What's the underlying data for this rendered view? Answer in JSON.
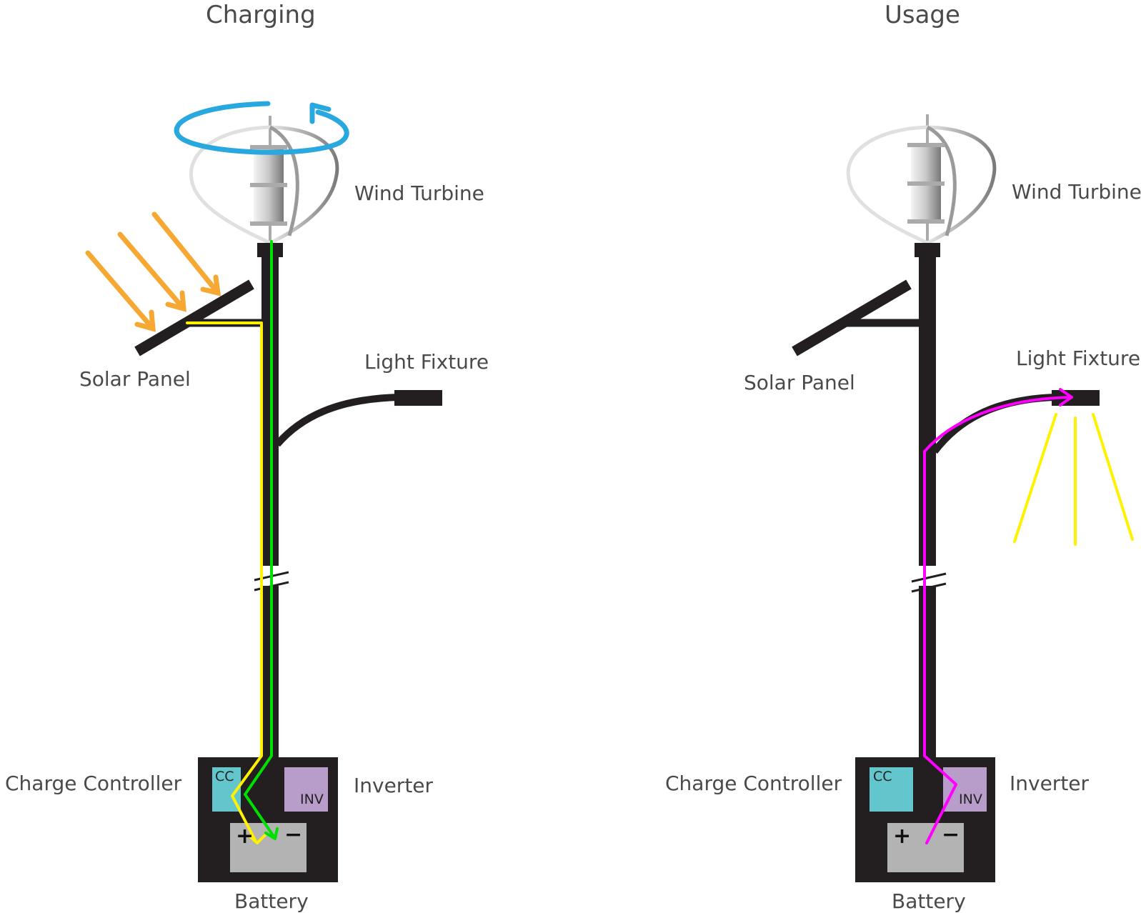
{
  "panels": [
    {
      "title": "Charging",
      "labels": {
        "wind_turbine": "Wind Turbine",
        "solar_panel": "Solar Panel",
        "light_fixture": "Light Fixture",
        "charge_controller": "Charge Controller",
        "inverter": "Inverter",
        "battery": "Battery",
        "cc": "CC",
        "inv": "INV",
        "plus": "+",
        "minus": "−"
      }
    },
    {
      "title": "Usage",
      "labels": {
        "wind_turbine": "Wind Turbine",
        "solar_panel": "Solar Panel",
        "light_fixture": "Light Fixture",
        "charge_controller": "Charge Controller",
        "inverter": "Inverter",
        "battery": "Battery",
        "cc": "CC",
        "inv": "INV",
        "plus": "+",
        "minus": "−"
      }
    }
  ],
  "colors": {
    "pole": "#231f20",
    "solar_flow": "#fff200",
    "wind_flow": "#00e000",
    "usage_flow": "#ff00ff",
    "sun_rays": "#f7a832",
    "rotation": "#29a8e0",
    "light_beams": "#fff200",
    "cc_box": "#62c6cc",
    "inv_box": "#b89cca",
    "battery": "#b3b3b3"
  }
}
